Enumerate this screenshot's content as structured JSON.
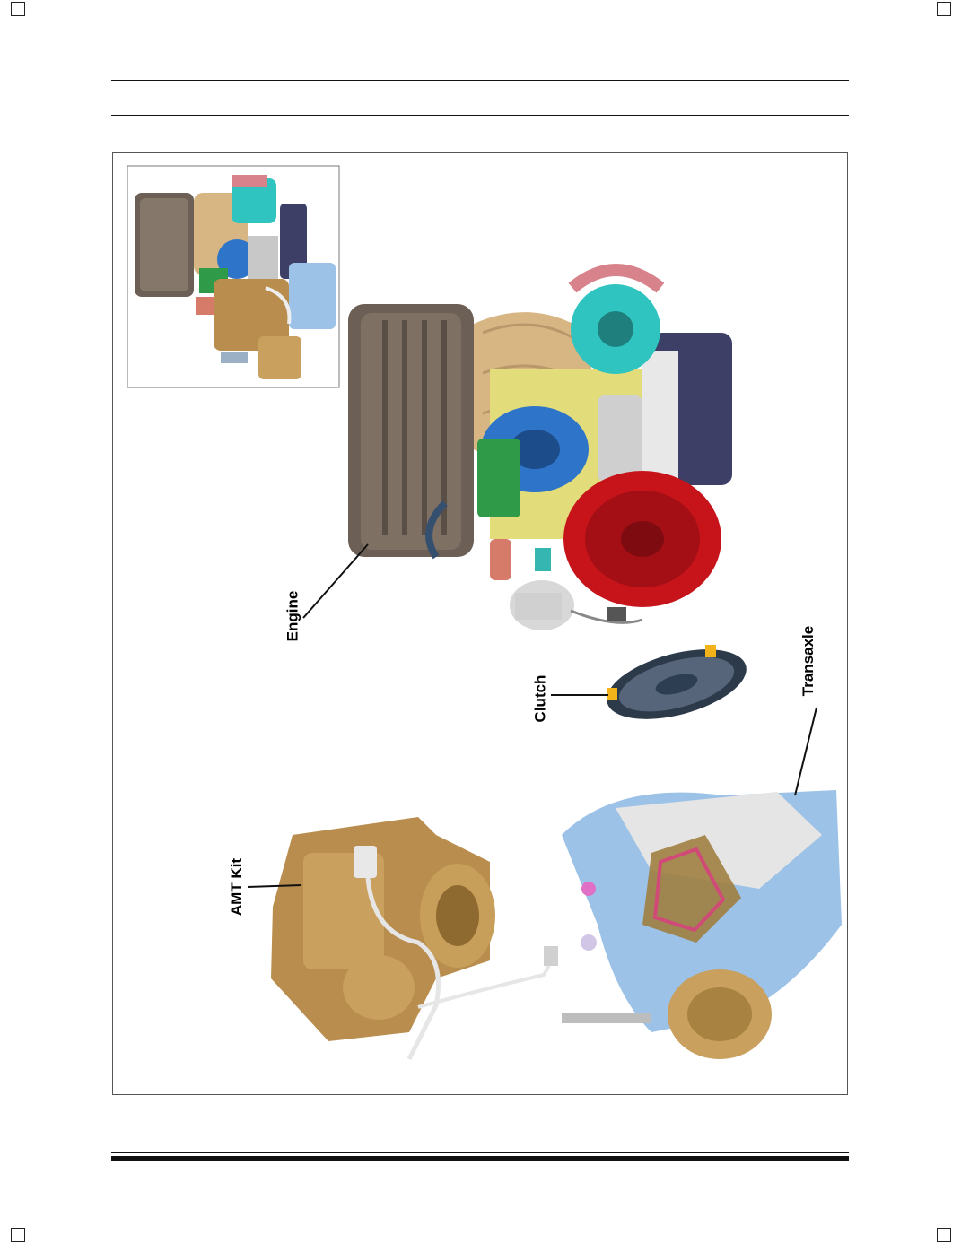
{
  "labels": {
    "engine": "Engine",
    "clutch": "Clutch",
    "transaxle": "Transaxle",
    "amt_kit": "AMT Kit"
  },
  "colors": {
    "engine_beige": "#d8b684",
    "block_blue": "#2e74c9",
    "flywheel_red": "#c6141a",
    "alternator_teal": "#2fc4c0",
    "ecu_green": "#2f9a48",
    "airbox_gray": "#6c5f55",
    "transaxle_blue": "#9cc2e8",
    "amt_gold": "#b98d4e"
  }
}
